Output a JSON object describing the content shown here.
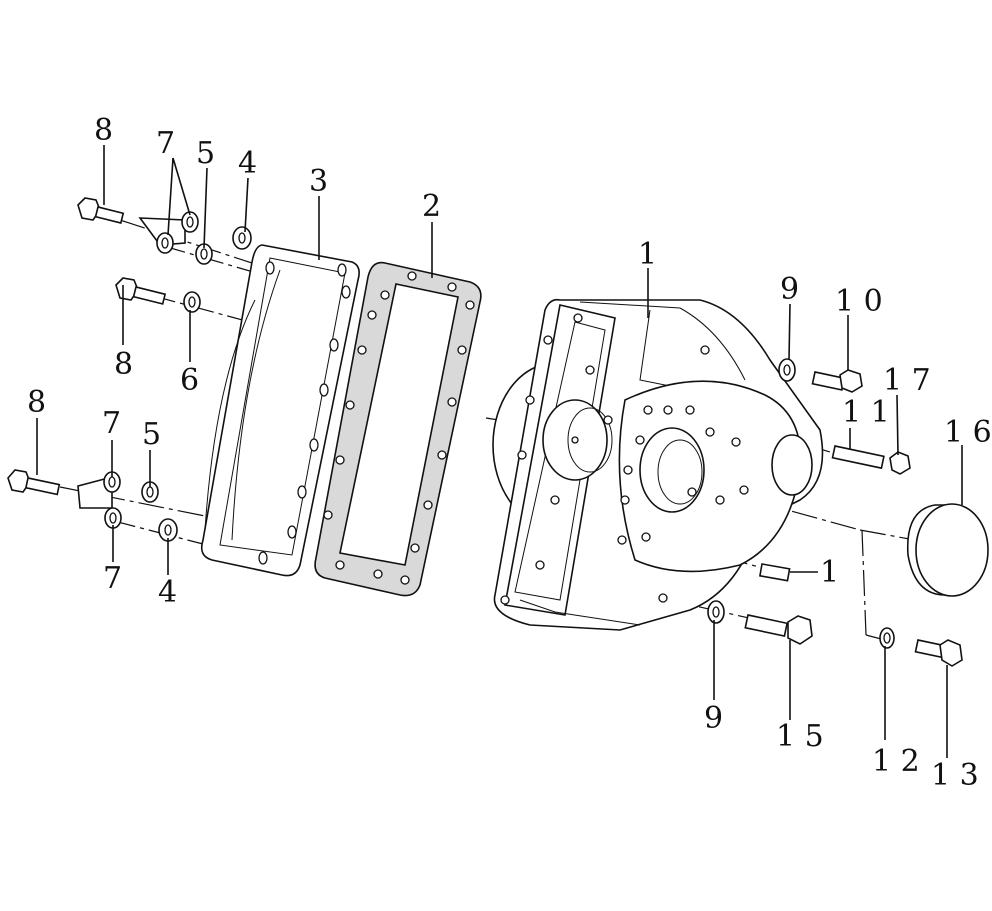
{
  "callouts": {
    "c8a": "8",
    "c7a": "7",
    "c5a": "5",
    "c4a": "4",
    "c3": "3",
    "c2": "2",
    "c8b": "8",
    "c6": "6",
    "c8c": "8",
    "c7b": "7",
    "c5b": "5",
    "c7c": "7",
    "c4b": "4",
    "c1a": "1",
    "c9a": "9",
    "c10": "1 0",
    "c17": "1 7",
    "c11": "1 1",
    "c16": "1 6",
    "c1b": "1",
    "c9b": "9",
    "c15": "1 5",
    "c12": "1 2",
    "c13": "1 3"
  },
  "colors": {
    "line": "#111111",
    "gasket": "#d9d9d9",
    "background": "#ffffff"
  }
}
